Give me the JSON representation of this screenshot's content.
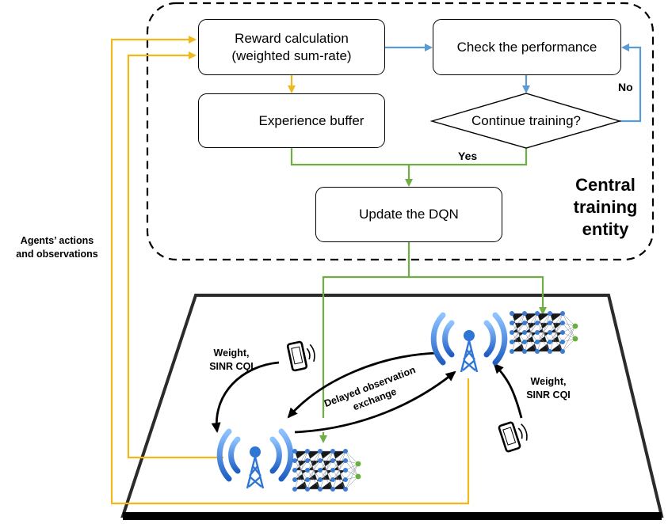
{
  "boxes": {
    "reward_line1": "Reward calculation",
    "reward_line2": "(weighted sum-rate)",
    "check": "Check the performance",
    "buffer": "Experience buffer",
    "decision": "Continue training?",
    "update": "Update the DQN"
  },
  "edges": {
    "no": "No",
    "yes": "Yes"
  },
  "central": {
    "line1": "Central",
    "line2": "training",
    "line3": "entity"
  },
  "side": {
    "line1": "Agents’ actions",
    "line2": "and observations"
  },
  "field": {
    "weight_left_1": "Weight,",
    "weight_left_2": "SINR CQI",
    "weight_right_1": "Weight,",
    "weight_right_2": "SINR CQI",
    "exchange_1": "Delayed observation",
    "exchange_2": "exchange"
  },
  "colors": {
    "yellow": "#F2B81A",
    "blue": "#5B9BD5",
    "green": "#70AD47",
    "black": "#000000",
    "tower_blue": "#2E75D6"
  },
  "icons": [
    "download-icon",
    "base-station-icon",
    "smartphone-icon",
    "neural-network-icon"
  ]
}
